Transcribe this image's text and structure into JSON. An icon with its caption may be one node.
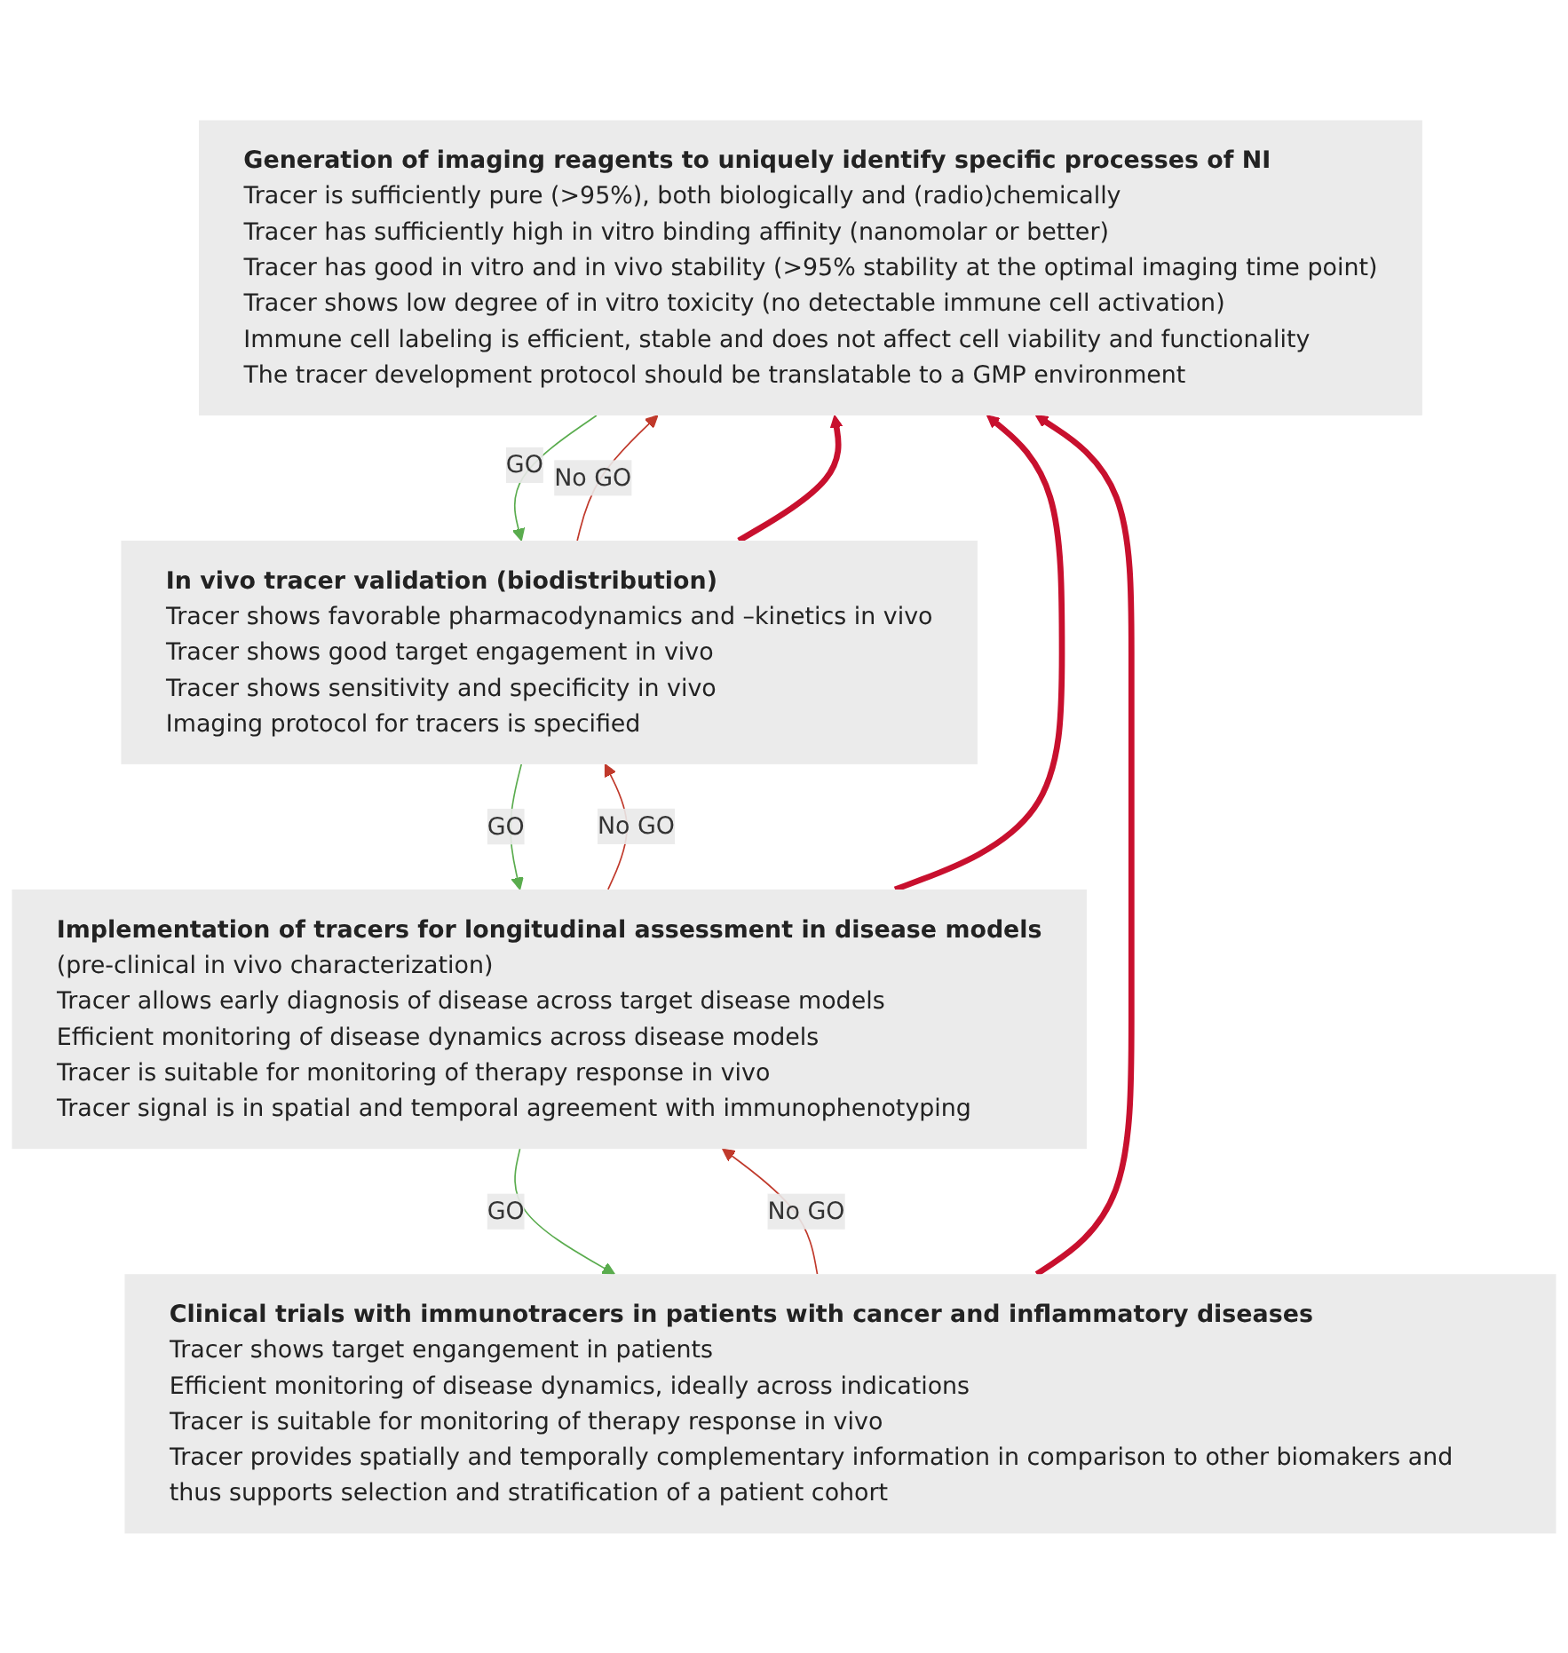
{
  "diagram": {
    "nodes": [
      {
        "text": [
          "Generation of imaging reagents to uniquely identify specific processes of NI",
          "Tracer is sufficiently pure (>95%), both biologically and (radio)chemically",
          "Tracer has sufficiently high in vitro binding affinity (nanomolar or better)",
          "Tracer has good in vitro and in vivo stability (>95% stability at the optimal imaging time point)",
          "Tracer shows low degree of in vitro toxicity (no detectable immune cell activation)",
          "Immune cell labeling is efficient, stable and does not affect cell viability and functionality",
          "The tracer development protocol should be translatable to a GMP environment"
        ]
      },
      {
        "text": [
          "In vivo tracer validation (biodistribution)",
          "Tracer shows favorable pharmacodynamics and –kinetics in vivo",
          "Tracer shows good target engagement in vivo",
          "Tracer shows sensitivity and specificity in vivo",
          "Imaging protocol for tracers is specified"
        ]
      },
      {
        "text": [
          "Implementation of tracers for longitudinal assessment in disease models",
          "(pre-clinical in vivo characterization)",
          "Tracer allows early diagnosis of disease across target disease models",
          "Efficient monitoring of disease dynamics across disease models",
          "Tracer is suitable for monitoring of therapy response in vivo",
          "Tracer signal is in spatial and temporal agreement with immunophenotyping"
        ]
      },
      {
        "text": [
          "Clinical trials with immunotracers in patients with cancer and inflammatory diseases",
          "Tracer shows target engangement in patients",
          "Efficient monitoring of disease dynamics, ideally across indications",
          "Tracer is suitable for monitoring of therapy response in vivo",
          "Tracer provides spatially and temporally complementary information in comparison to other biomakers and thus supports selection and stratification of a patient cohort"
        ]
      }
    ],
    "edges": [
      {
        "from": 0,
        "to": 1,
        "arrow": "to",
        "label": "GO",
        "color": "#5aac4e"
      },
      {
        "from": 1,
        "to": 0,
        "arrow": "to",
        "label": "No GO",
        "color": "#c0392b"
      },
      {
        "from": 1,
        "to": 2,
        "arrow": "to",
        "label": "GO",
        "color": "#5aac4e"
      },
      {
        "from": 2,
        "to": 1,
        "arrow": "to",
        "label": "No GO",
        "color": "#c0392b"
      },
      {
        "from": 2,
        "to": 3,
        "arrow": "to",
        "label": "GO",
        "color": "#5aac4e"
      },
      {
        "from": 3,
        "to": 2,
        "arrow": "to",
        "label": "No GO",
        "color": "#c0392b"
      },
      {
        "from": 1,
        "to": 0,
        "arrow": "to",
        "style": "thick",
        "color": "#c8102e"
      },
      {
        "from": 2,
        "to": 0,
        "arrow": "to",
        "style": "thick",
        "color": "#c8102e"
      },
      {
        "from": 3,
        "to": 0,
        "arrow": "to",
        "style": "thick",
        "color": "#c8102e"
      }
    ]
  }
}
